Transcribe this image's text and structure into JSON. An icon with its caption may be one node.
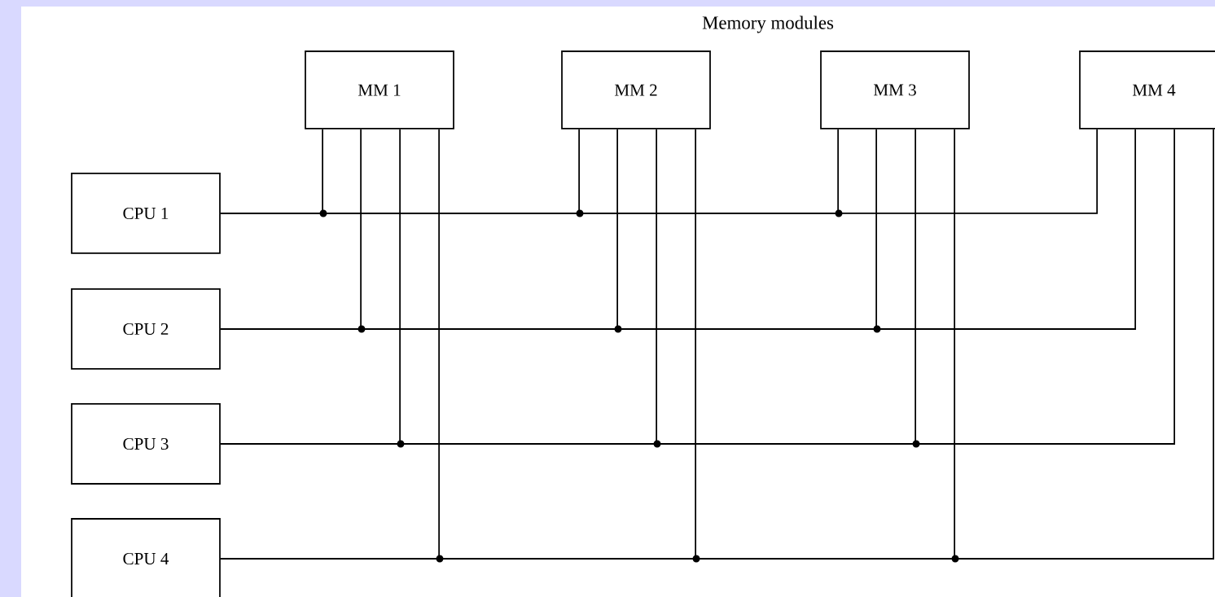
{
  "diagram": {
    "title": "Memory modules",
    "nodes": [
      {
        "text": [
          "MM 1"
        ]
      },
      {
        "text": [
          "MM 2"
        ]
      },
      {
        "text": [
          "MM 3"
        ]
      },
      {
        "text": [
          "MM 4"
        ]
      },
      {
        "text": [
          "CPU 1"
        ]
      },
      {
        "text": [
          "CPU 2"
        ]
      },
      {
        "text": [
          "CPU 3"
        ]
      },
      {
        "text": [
          "CPU 4"
        ]
      }
    ],
    "edges": [
      {
        "from": 4,
        "to": 0,
        "arrow": "none"
      },
      {
        "from": 4,
        "to": 1,
        "arrow": "none"
      },
      {
        "from": 4,
        "to": 2,
        "arrow": "none"
      },
      {
        "from": 4,
        "to": 3,
        "arrow": "none"
      },
      {
        "from": 5,
        "to": 0,
        "arrow": "none"
      },
      {
        "from": 5,
        "to": 1,
        "arrow": "none"
      },
      {
        "from": 5,
        "to": 2,
        "arrow": "none"
      },
      {
        "from": 5,
        "to": 3,
        "arrow": "none"
      },
      {
        "from": 6,
        "to": 0,
        "arrow": "none"
      },
      {
        "from": 6,
        "to": 1,
        "arrow": "none"
      },
      {
        "from": 6,
        "to": 2,
        "arrow": "none"
      },
      {
        "from": 6,
        "to": 3,
        "arrow": "none"
      },
      {
        "from": 7,
        "to": 0,
        "arrow": "none"
      },
      {
        "from": 7,
        "to": 1,
        "arrow": "none"
      },
      {
        "from": 7,
        "to": 2,
        "arrow": "none"
      },
      {
        "from": 7,
        "to": 3,
        "arrow": "none"
      }
    ]
  }
}
